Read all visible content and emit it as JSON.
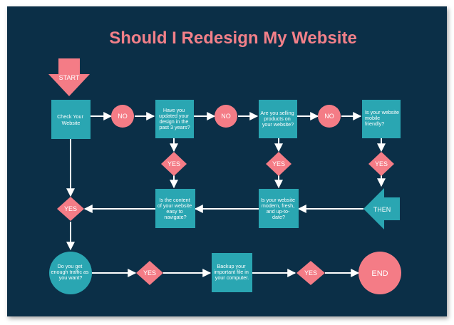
{
  "title": "Should I Redesign My Website",
  "colors": {
    "background": "#0b2f47",
    "title": "#f28089",
    "box": "#2aa6b2",
    "pink": "#f47c86",
    "arrow": "#ffffff",
    "text": "#ffffff"
  },
  "nodes": {
    "start": "START",
    "check_website": [
      "Check Your",
      "Website"
    ],
    "no_1": "NO",
    "updated_design": [
      "Have you",
      "updated your",
      "design in the",
      "past 3 years?"
    ],
    "no_2": "NO",
    "selling_products": [
      "Are you selling",
      "products on",
      "your website?"
    ],
    "no_3": "NO",
    "mobile_friendly": [
      "Is your website",
      "mobile",
      "friendly?"
    ],
    "yes_1": "YES",
    "yes_2": "YES",
    "yes_3": "YES",
    "then": "THEN",
    "modern_fresh": [
      "Is your website",
      "modern, fresh,",
      "and up-to-",
      "date?"
    ],
    "easy_navigate": [
      "Is the content",
      "of your website",
      "easy to",
      "navigate?"
    ],
    "yes_left": "YES",
    "enough_traffic": [
      "Do you get",
      "enough traffic as",
      "you want?"
    ],
    "yes_bottom_1": "YES",
    "backup": [
      "Backup your",
      "important file in",
      "your computer."
    ],
    "yes_bottom_2": "YES",
    "end": "END"
  }
}
